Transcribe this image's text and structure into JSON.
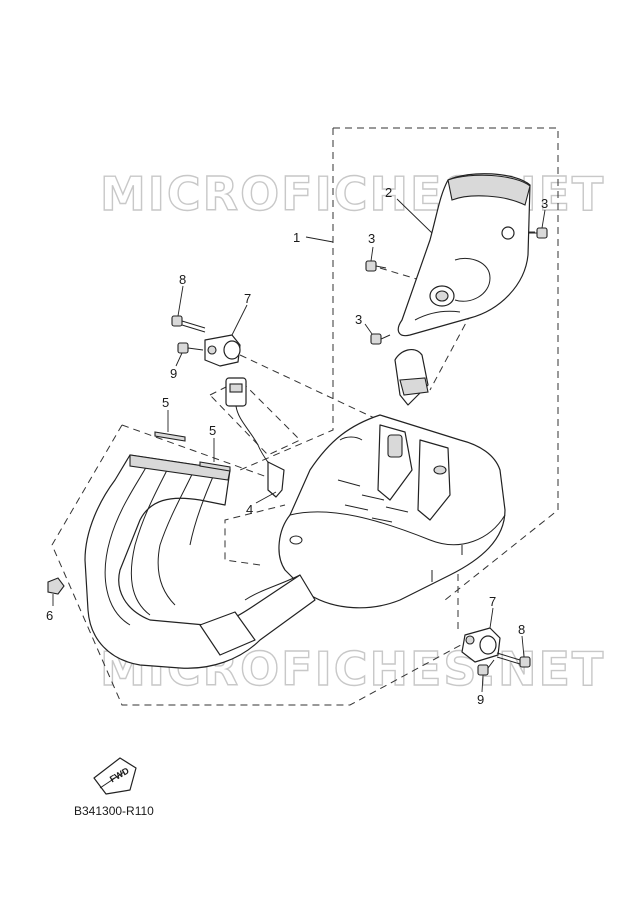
{
  "watermark": "MICROFICHES.NET",
  "diagram_code": "B341300-R110",
  "fwd_label": "FWD",
  "callouts": {
    "c1": "1",
    "c2": "2",
    "c3a": "3",
    "c3b": "3",
    "c3c": "3",
    "c4": "4",
    "c5a": "5",
    "c5b": "5",
    "c6": "6",
    "c7a": "7",
    "c7b": "7",
    "c8a": "8",
    "c8b": "8",
    "c9a": "9",
    "c9b": "9"
  }
}
